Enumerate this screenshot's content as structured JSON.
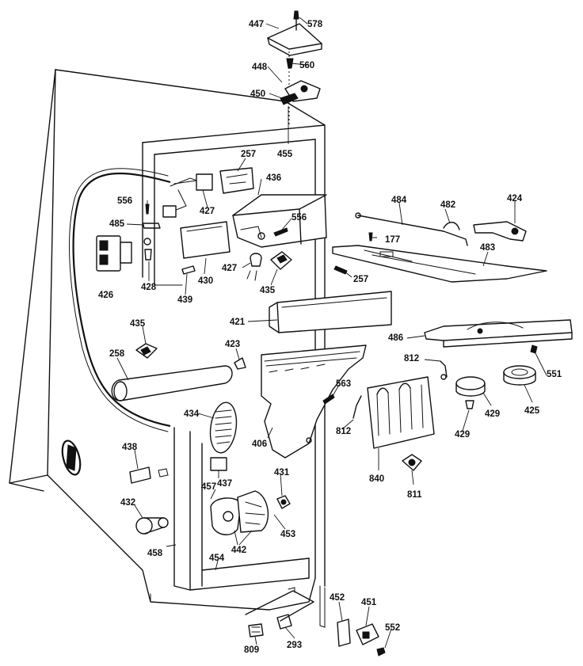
{
  "colors": {
    "line": "#111111",
    "background": "#ffffff"
  },
  "labels": {
    "p447": "447",
    "p578": "578",
    "p448": "448",
    "p560": "560",
    "p450": "450",
    "p455": "455",
    "p257a": "257",
    "p436": "436",
    "p556a": "556",
    "p485": "485",
    "p427a": "427",
    "p556b": "556",
    "p426": "426",
    "p428": "428",
    "p430": "430",
    "p427b": "427",
    "p435a": "435",
    "p439": "439",
    "p484": "484",
    "p482": "482",
    "p424": "424",
    "p177": "177",
    "p483": "483",
    "p257b": "257",
    "p421": "421",
    "p435b": "435",
    "p486": "486",
    "p423": "423",
    "p258": "258",
    "p812a": "812",
    "p551": "551",
    "p563": "563",
    "p812b": "812",
    "p429a": "429",
    "p429b": "429",
    "p425": "425",
    "p434": "434",
    "p406": "406",
    "p438": "438",
    "p437": "437",
    "p840": "840",
    "p811": "811",
    "p431": "431",
    "p432": "432",
    "p457": "457",
    "p453": "453",
    "p442": "442",
    "p458": "458",
    "p454": "454",
    "p452": "452",
    "p451": "451",
    "p552": "552",
    "p809": "809",
    "p293": "293"
  }
}
